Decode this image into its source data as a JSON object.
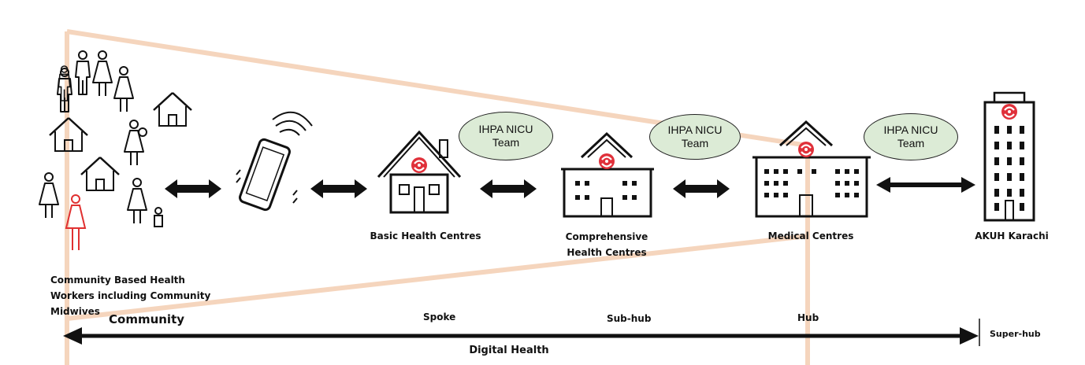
{
  "diagram": {
    "nodes": {
      "community_workers": "Community Based Health Workers including Community Midwives",
      "basic_health": "Basic Health Centres",
      "comprehensive_health": "Comprehensive Health Centres",
      "medical_centres": "Medical Centres",
      "akuh": "AKUH Karachi"
    },
    "bubbles": [
      {
        "line1": "IHPA NICU",
        "line2": "Team"
      },
      {
        "line1": "IHPA NICU",
        "line2": "Team"
      },
      {
        "line1": "IHPA NICU",
        "line2": "Team"
      }
    ],
    "axis": {
      "community": "Community",
      "spoke": "Spoke",
      "sub_hub": "Sub-hub",
      "hub": "Hub",
      "super_hub": "Super-hub",
      "digital_health": "Digital Health"
    },
    "colors": {
      "background_band": "#f5d5bd",
      "bubble_fill": "#dcebd6",
      "logo_red": "#e0303a",
      "highlight_person": "#e03030",
      "icon_stroke": "#111111"
    },
    "icons": [
      "family-icon",
      "house-icon",
      "mother-child-icon",
      "pregnant-woman-icon",
      "health-worker-icon",
      "parent-child-icon",
      "smartphone-icon",
      "basic-health-centre-icon",
      "comprehensive-health-centre-icon",
      "medical-centre-icon",
      "hospital-tower-icon",
      "double-arrow-icon",
      "aku-logo-icon"
    ]
  }
}
